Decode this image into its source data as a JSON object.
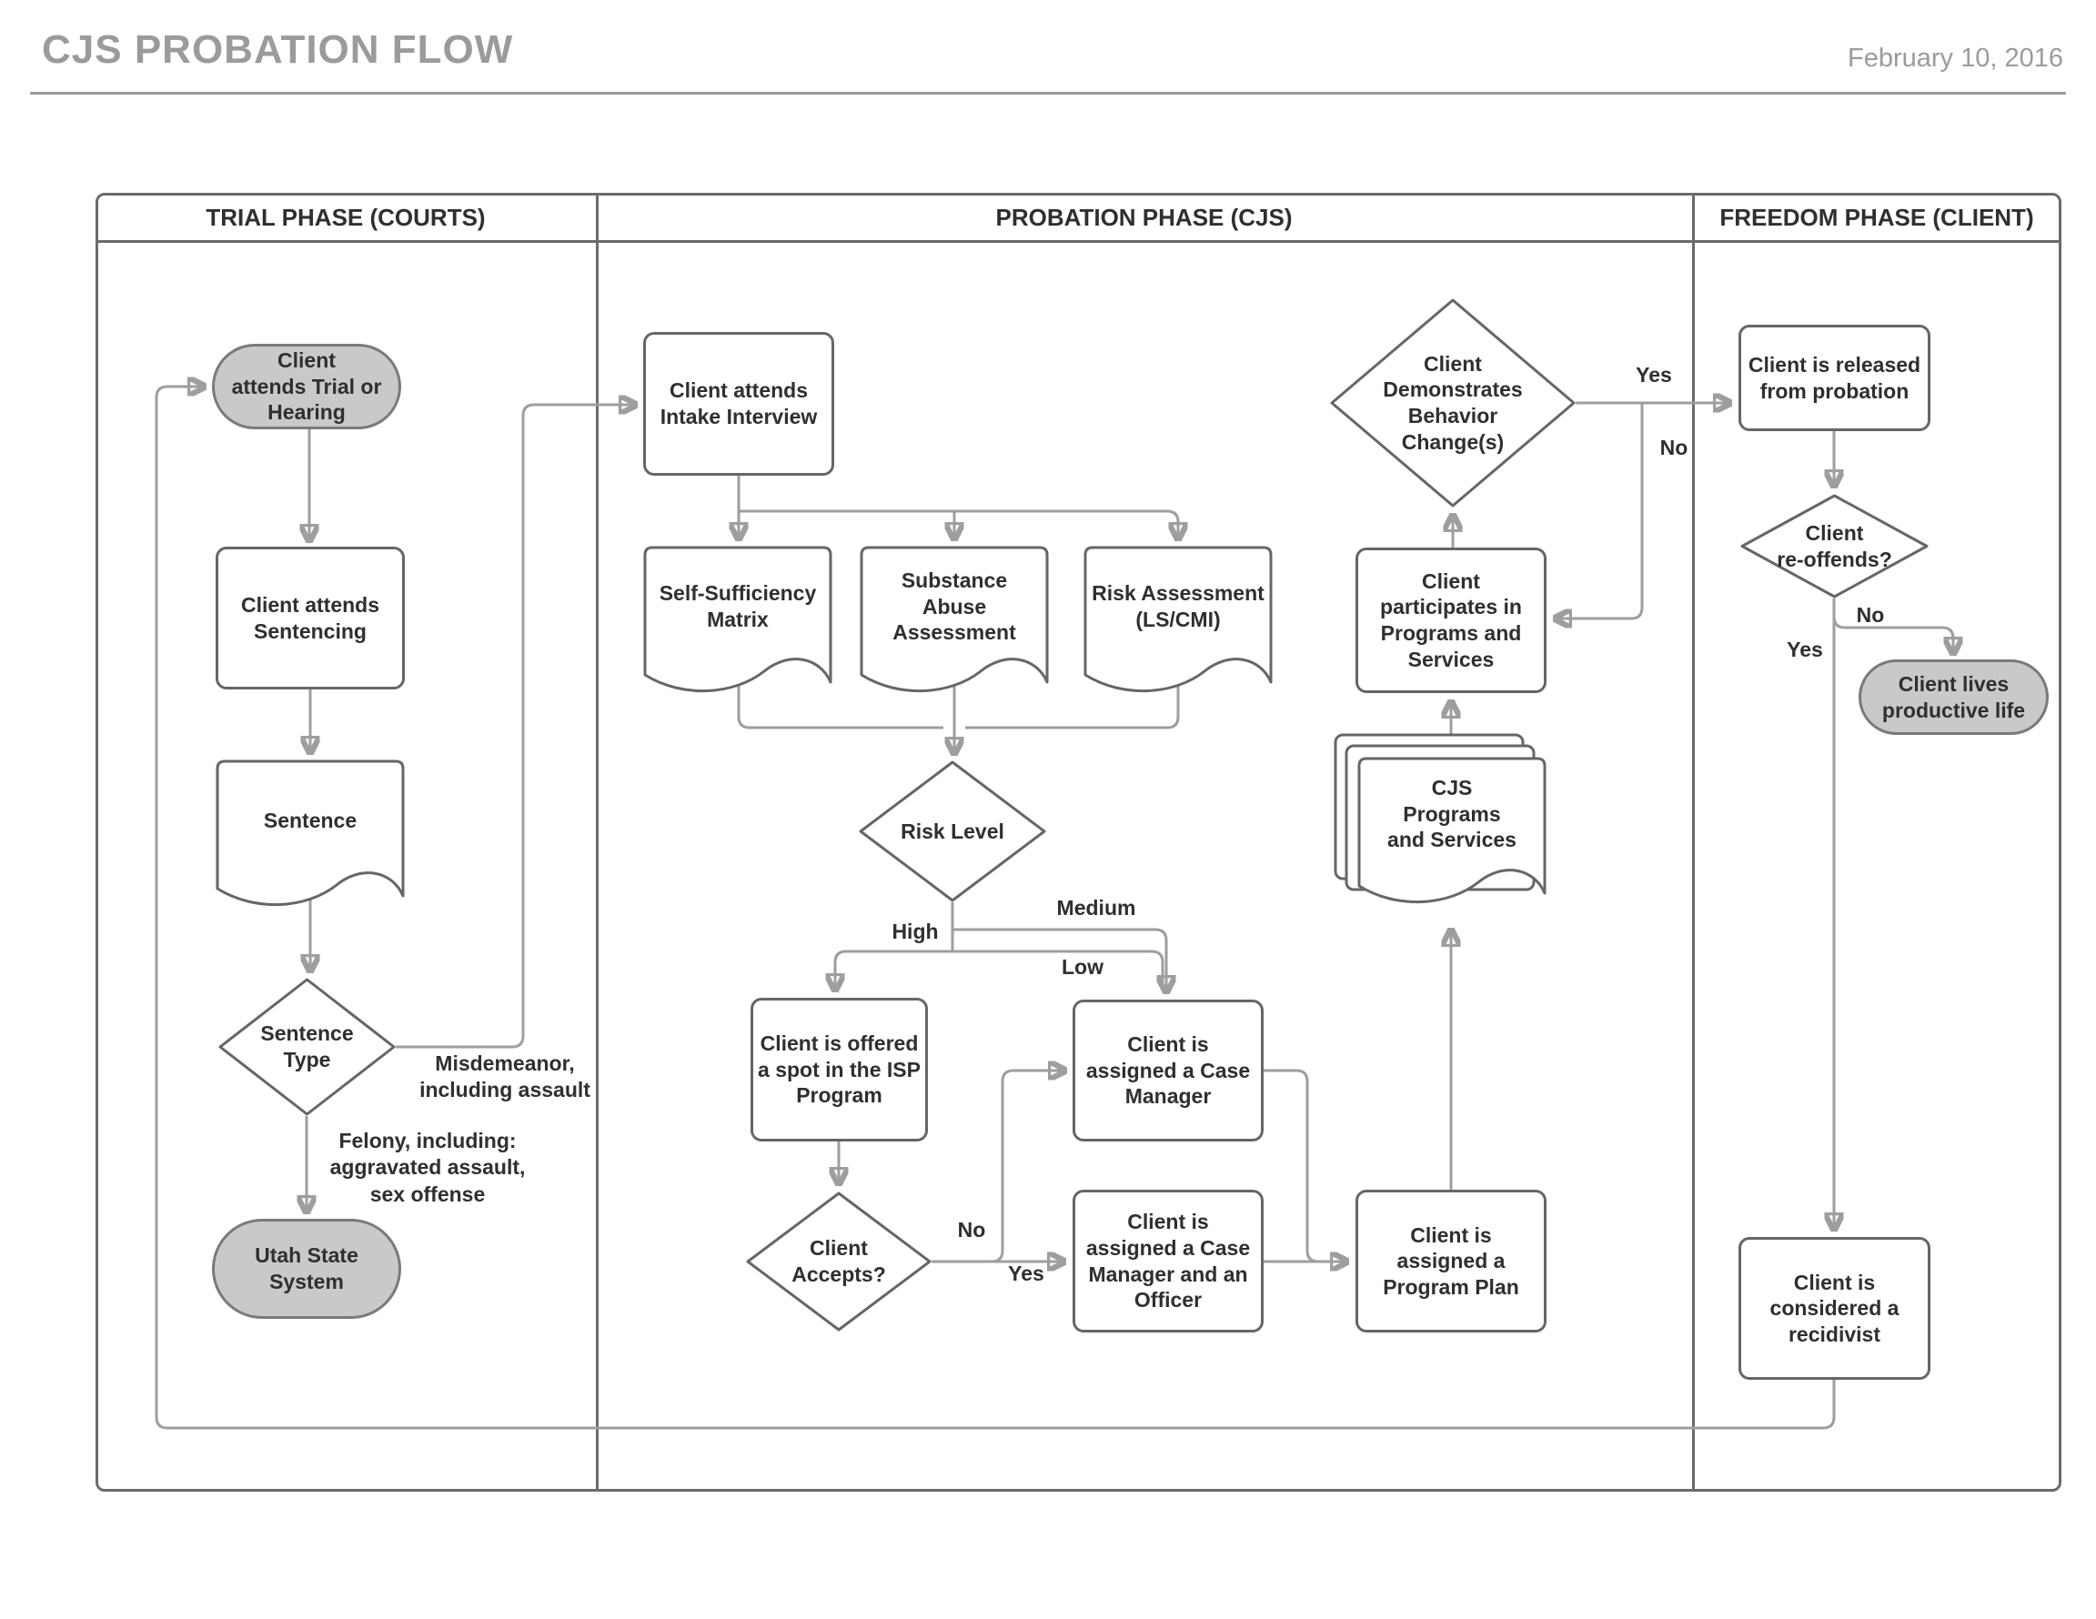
{
  "header": {
    "title": "CJS PROBATION FLOW",
    "date": "February 10, 2016"
  },
  "lanes": [
    {
      "label": "TRIAL PHASE (COURTS)"
    },
    {
      "label": "PROBATION PHASE (CJS)"
    },
    {
      "label": "FREEDOM PHASE (CLIENT)"
    }
  ],
  "nodes": {
    "start": {
      "type": "terminal",
      "label": "Client\nattends Trial or\nHearing"
    },
    "sentencing": {
      "type": "process",
      "label": "Client attends\nSentencing"
    },
    "sentence_doc": {
      "type": "document",
      "label": "Sentence"
    },
    "sentence_type": {
      "type": "decision",
      "label": "Sentence\nType"
    },
    "utah": {
      "type": "terminal",
      "label": "Utah State\nSystem"
    },
    "intake": {
      "type": "process",
      "label": "Client attends\nIntake Interview"
    },
    "ssm": {
      "type": "document",
      "label": "Self-Sufficiency\nMatrix"
    },
    "saa": {
      "type": "document",
      "label": "Substance\nAbuse\nAssessment"
    },
    "risk_assessment": {
      "type": "document",
      "label": "Risk Assessment\n(LS/CMI)"
    },
    "risk_level": {
      "type": "decision",
      "label": "Risk Level"
    },
    "isp": {
      "type": "process",
      "label": "Client is offered\na spot in the ISP\nProgram"
    },
    "case_manager": {
      "type": "process",
      "label": "Client is\nassigned a Case\nManager"
    },
    "accepts": {
      "type": "decision",
      "label": "Client\nAccepts?"
    },
    "officer": {
      "type": "process",
      "label": "Client is\nassigned a Case\nManager and an\nOfficer"
    },
    "program_plan": {
      "type": "process",
      "label": "Client is\nassigned a\nProgram Plan"
    },
    "cjs_programs": {
      "type": "multidocument",
      "label": "CJS\nPrograms\nand Services"
    },
    "participates": {
      "type": "process",
      "label": "Client\nparticipates in\nPrograms and\nServices"
    },
    "behavior": {
      "type": "decision",
      "label": "Client\nDemonstrates\nBehavior\nChange(s)"
    },
    "released": {
      "type": "process",
      "label": "Client is released\nfrom probation"
    },
    "reoffends": {
      "type": "decision",
      "label": "Client\nre-offends?"
    },
    "productive": {
      "type": "terminal",
      "label": "Client lives\nproductive life"
    },
    "recidivist": {
      "type": "process",
      "label": "Client is\nconsidered a\nrecidivist"
    }
  },
  "edge_labels": {
    "misdemeanor": "Misdemeanor,\nincluding assault",
    "felony": "Felony, including:\naggravated assault,\nsex offense",
    "high": "High",
    "medium": "Medium",
    "low": "Low",
    "accepts_no": "No",
    "accepts_yes": "Yes",
    "behavior_yes": "Yes",
    "behavior_no": "No",
    "reoffends_no": "No",
    "reoffends_yes": "Yes"
  },
  "colors": {
    "terminal_fill": "#c9c9c9",
    "node_border": "#666666",
    "connector": "#9e9e9e",
    "heading_gray": "#9b9b9b",
    "text": "#2f2f2f"
  }
}
